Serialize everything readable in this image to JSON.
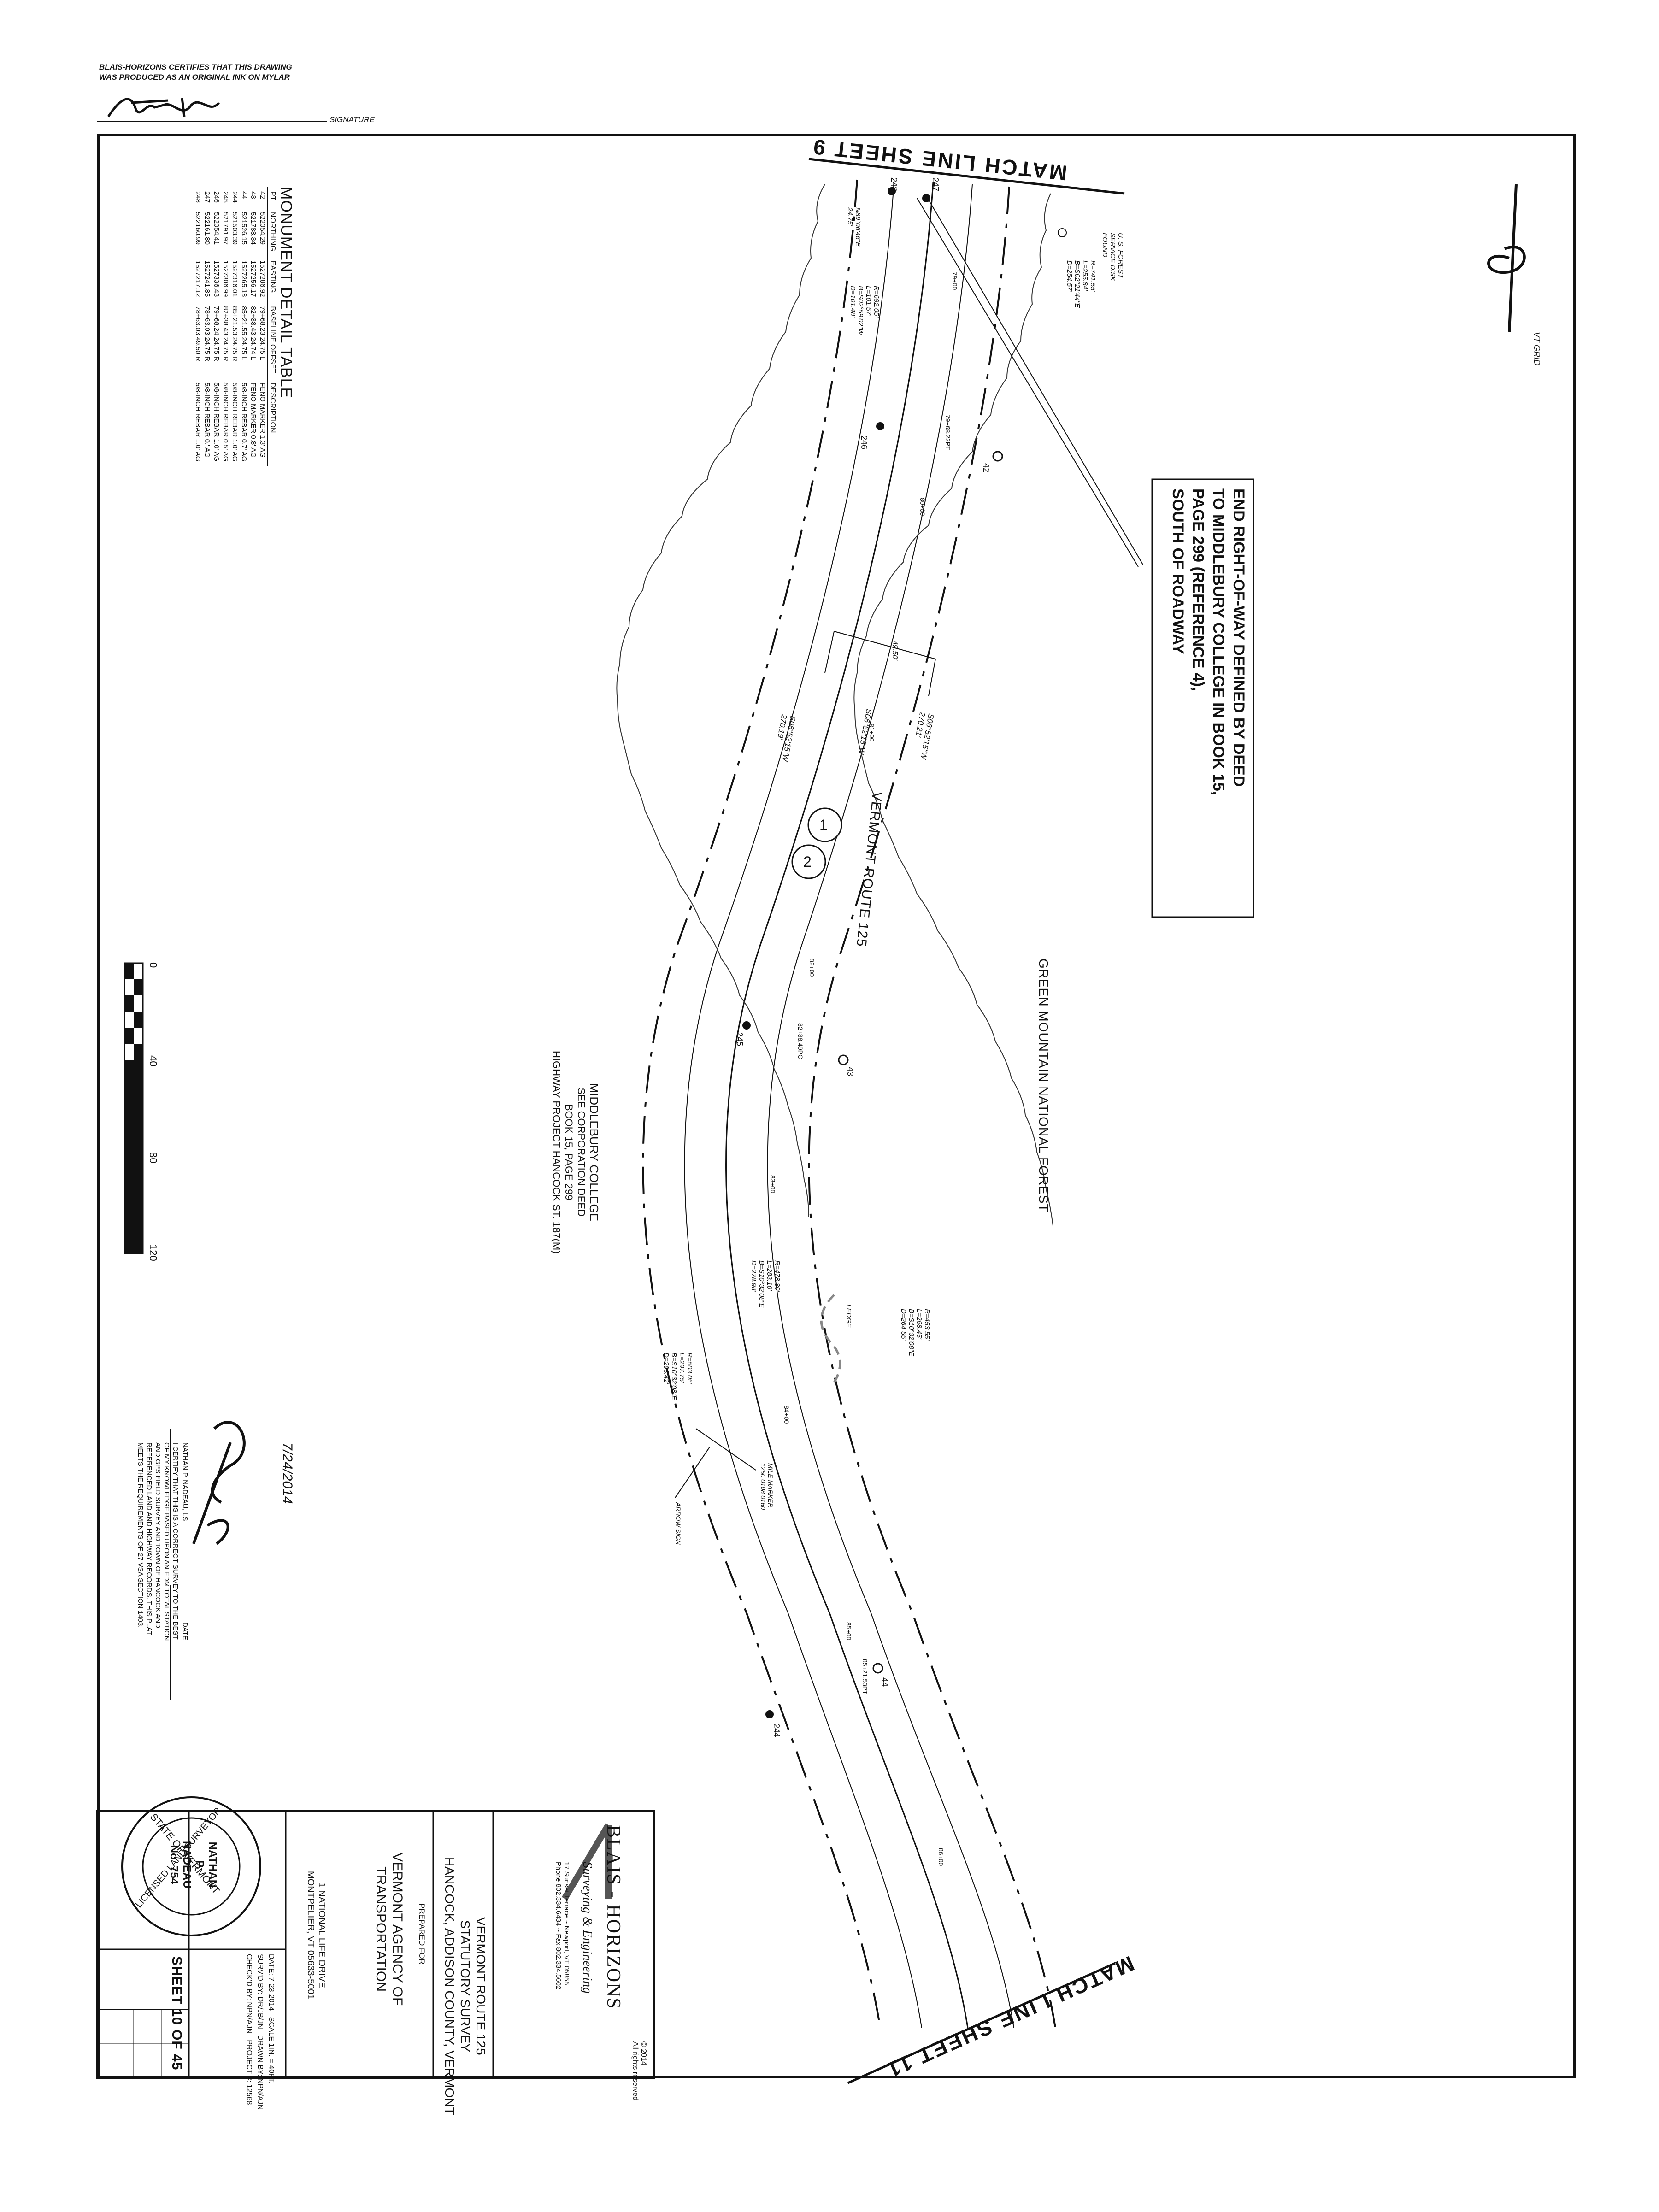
{
  "header": {
    "certification": [
      "BLAIS-HORIZONS CERTIFIES THAT THIS DRAWING",
      "WAS PRODUCED AS AN ORIGINAL INK ON MYLAR"
    ],
    "signature_label": "SIGNATURE"
  },
  "map": {
    "match_line_top": "MATCH LINE SHEET 9",
    "match_line_bottom": "MATCH LINE SHEET 11",
    "note_box": [
      "END RIGHT-OF-WAY DEFINED BY DEED",
      "TO MIDDLEBURY COLLEGE IN BOOK 15,",
      "PAGE 299 (REFERENCE 4),",
      "SOUTH OF ROADWAY"
    ],
    "forest_label": "GREEN MOUNTAIN NATIONAL FOREST",
    "road_label": "VERMONT ROUTE 125",
    "route_circles": [
      "1",
      "2"
    ],
    "middlebury_label": [
      "MIDDLEBURY COLLEGE",
      "SEE CORPORATION DEED",
      "BOOK 15, PAGE 299",
      "HIGHWAY PROJECT HANCOCK ST. 187(M)"
    ],
    "usfs_disk": [
      "U. S. FOREST",
      "SERVICE DISK",
      "FOUND"
    ],
    "curve_top": [
      "R=741.55'",
      "L=255.84'",
      "B=S02°21'44\"E",
      "D=254.57'"
    ],
    "curve_left": [
      "R=692.05'",
      "L=101.57'",
      "B=S02°59'02\"W",
      "D=101.48'"
    ],
    "bearing_left": [
      "N89°06'46\"E",
      "24.75'"
    ],
    "bearing_mid": [
      "S06°52'15\"W",
      "270.19'"
    ],
    "bearing_road": "S06°52'15\"W",
    "bearing_right": [
      "S06°52'15\"W",
      "270.21'"
    ],
    "curve_mid_right": [
      "R=453.55'",
      "L=268.45'",
      "B=S10°32'08\"E",
      "D=264.55'"
    ],
    "curve_mid": [
      "R=478.30'",
      "L=283.10'",
      "B=S10°32'08\"E",
      "D=278.98'"
    ],
    "curve_mid_left": [
      "R=503.05'",
      "L=297.75'",
      "B=S10°32'08\"E",
      "D=293.42'"
    ],
    "ledge": "LEDGE",
    "mile_marker": [
      "MILE MARKER",
      "1250 0108 0160"
    ],
    "arrow_sign": "ARROW SIGN",
    "width_dim": "49.50'",
    "stations": [
      "79+00",
      "79+68.23PT",
      "80+00",
      "81+00",
      "82+00",
      "82+38.49PC",
      "83+00",
      "84+00",
      "85+00",
      "85+21.53PT",
      "86+00"
    ],
    "monuments": [
      "247",
      "248",
      "42",
      "246",
      "43",
      "245",
      "44",
      "244"
    ],
    "scale_labels": [
      "0",
      "40",
      "80",
      "120"
    ],
    "north_label": "VT GRID"
  },
  "monument_table": {
    "title": "MONUMENT DETAIL TABLE",
    "columns": [
      "PT.",
      "NORTHING",
      "EASTING",
      "BASELINE OFFSET",
      "DESCRIPTION"
    ],
    "rows": [
      [
        "42",
        "522054.29",
        "1527286.92",
        "79+68.23 24.75 L",
        "FENO MARKER 1.3' AG"
      ],
      [
        "43",
        "521788.34",
        "1527256.17",
        "82+38.43 24.74 L",
        "FENO MARKER 0.8' AG"
      ],
      [
        "44",
        "521526.15",
        "1527265.13",
        "85+21.55 24.75 L",
        "5/8-INCH REBAR 0.7' AG"
      ],
      [
        "244",
        "521503.39",
        "1527316.01",
        "85+21.53 24.75 R",
        "5/8-INCH REBAR 1.0' AG"
      ],
      [
        "245",
        "521791.97",
        "1527306.99",
        "82+38.43 24.75 R",
        "5/8-INCH REBAR 0.5' AG"
      ],
      [
        "246",
        "522054.41",
        "1527336.43",
        "79+68.24 24.75 R",
        "5/8-INCH REBAR 1.0' AG"
      ],
      [
        "247",
        "522161.80",
        "1527241.85",
        "78+63.03 24.75 R",
        "5/8-INCH REBAR 0.' AG"
      ],
      [
        "248",
        "522160.99",
        "1527217.12",
        "78+63.03 49.50 R",
        "5/8-INCH REBAR 1.0' AG"
      ]
    ]
  },
  "surveyor_cert": {
    "name": "NATHAN P. NADEAU, LS",
    "date_value": "7/24/2014",
    "date_label": "DATE",
    "statement": [
      "I CERTIFY THAT THIS IS A CORRECT SURVEY TO THE BEST",
      "OF MY KNOWLEDGE BASED UPON AN EDM TOTAL STATION",
      "AND GPS FIELD SURVEY AND TOWN OF HANCOCK AND",
      "REFERENCED LAND AND HIGHWAY RECORDS. THIS PLAT",
      "MEETS THE REQUIREMENTS OF 27 VSA SECTION 1403."
    ]
  },
  "title_block": {
    "company": "BLAIS - HORIZONS",
    "tagline": "Surveying & Engineering",
    "address": "17 Sunset Terrace ~ Newport, VT 05855",
    "phone": "Phone 802.334.6434 ~ Fax 802.334.5602",
    "copyright": "© 2014",
    "rights": "All rights reserved",
    "project_title": [
      "VERMONT ROUTE 125",
      "STATUTORY SURVEY",
      "HANCOCK, ADDISON COUNTY, VERMONT"
    ],
    "prepared_for": "PREPARED FOR",
    "client": [
      "VERMONT AGENCY OF",
      "TRANSPORTATION"
    ],
    "client_address": [
      "1 NATIONAL LIFE DRIVE",
      "MONTPELIER, VT 05633-5001"
    ],
    "seal": [
      "STATE OF VERMONT",
      "NATHAN",
      "P.",
      "NADEAU",
      "No. 754",
      "LICENSED LAND SURVEYOR"
    ],
    "fields": [
      [
        "DATE:",
        "7-23-2014",
        "SCALE",
        "1IN. = 40FT."
      ],
      [
        "SURV'D BY:",
        "DR/JB/JN",
        "DRAWN BY:",
        "NPN/AJN"
      ],
      [
        "CHECK'D BY:",
        "NPN/AJN",
        "PROJECT #:",
        "12568"
      ]
    ],
    "sheet": "SHEET 10 OF 45"
  }
}
